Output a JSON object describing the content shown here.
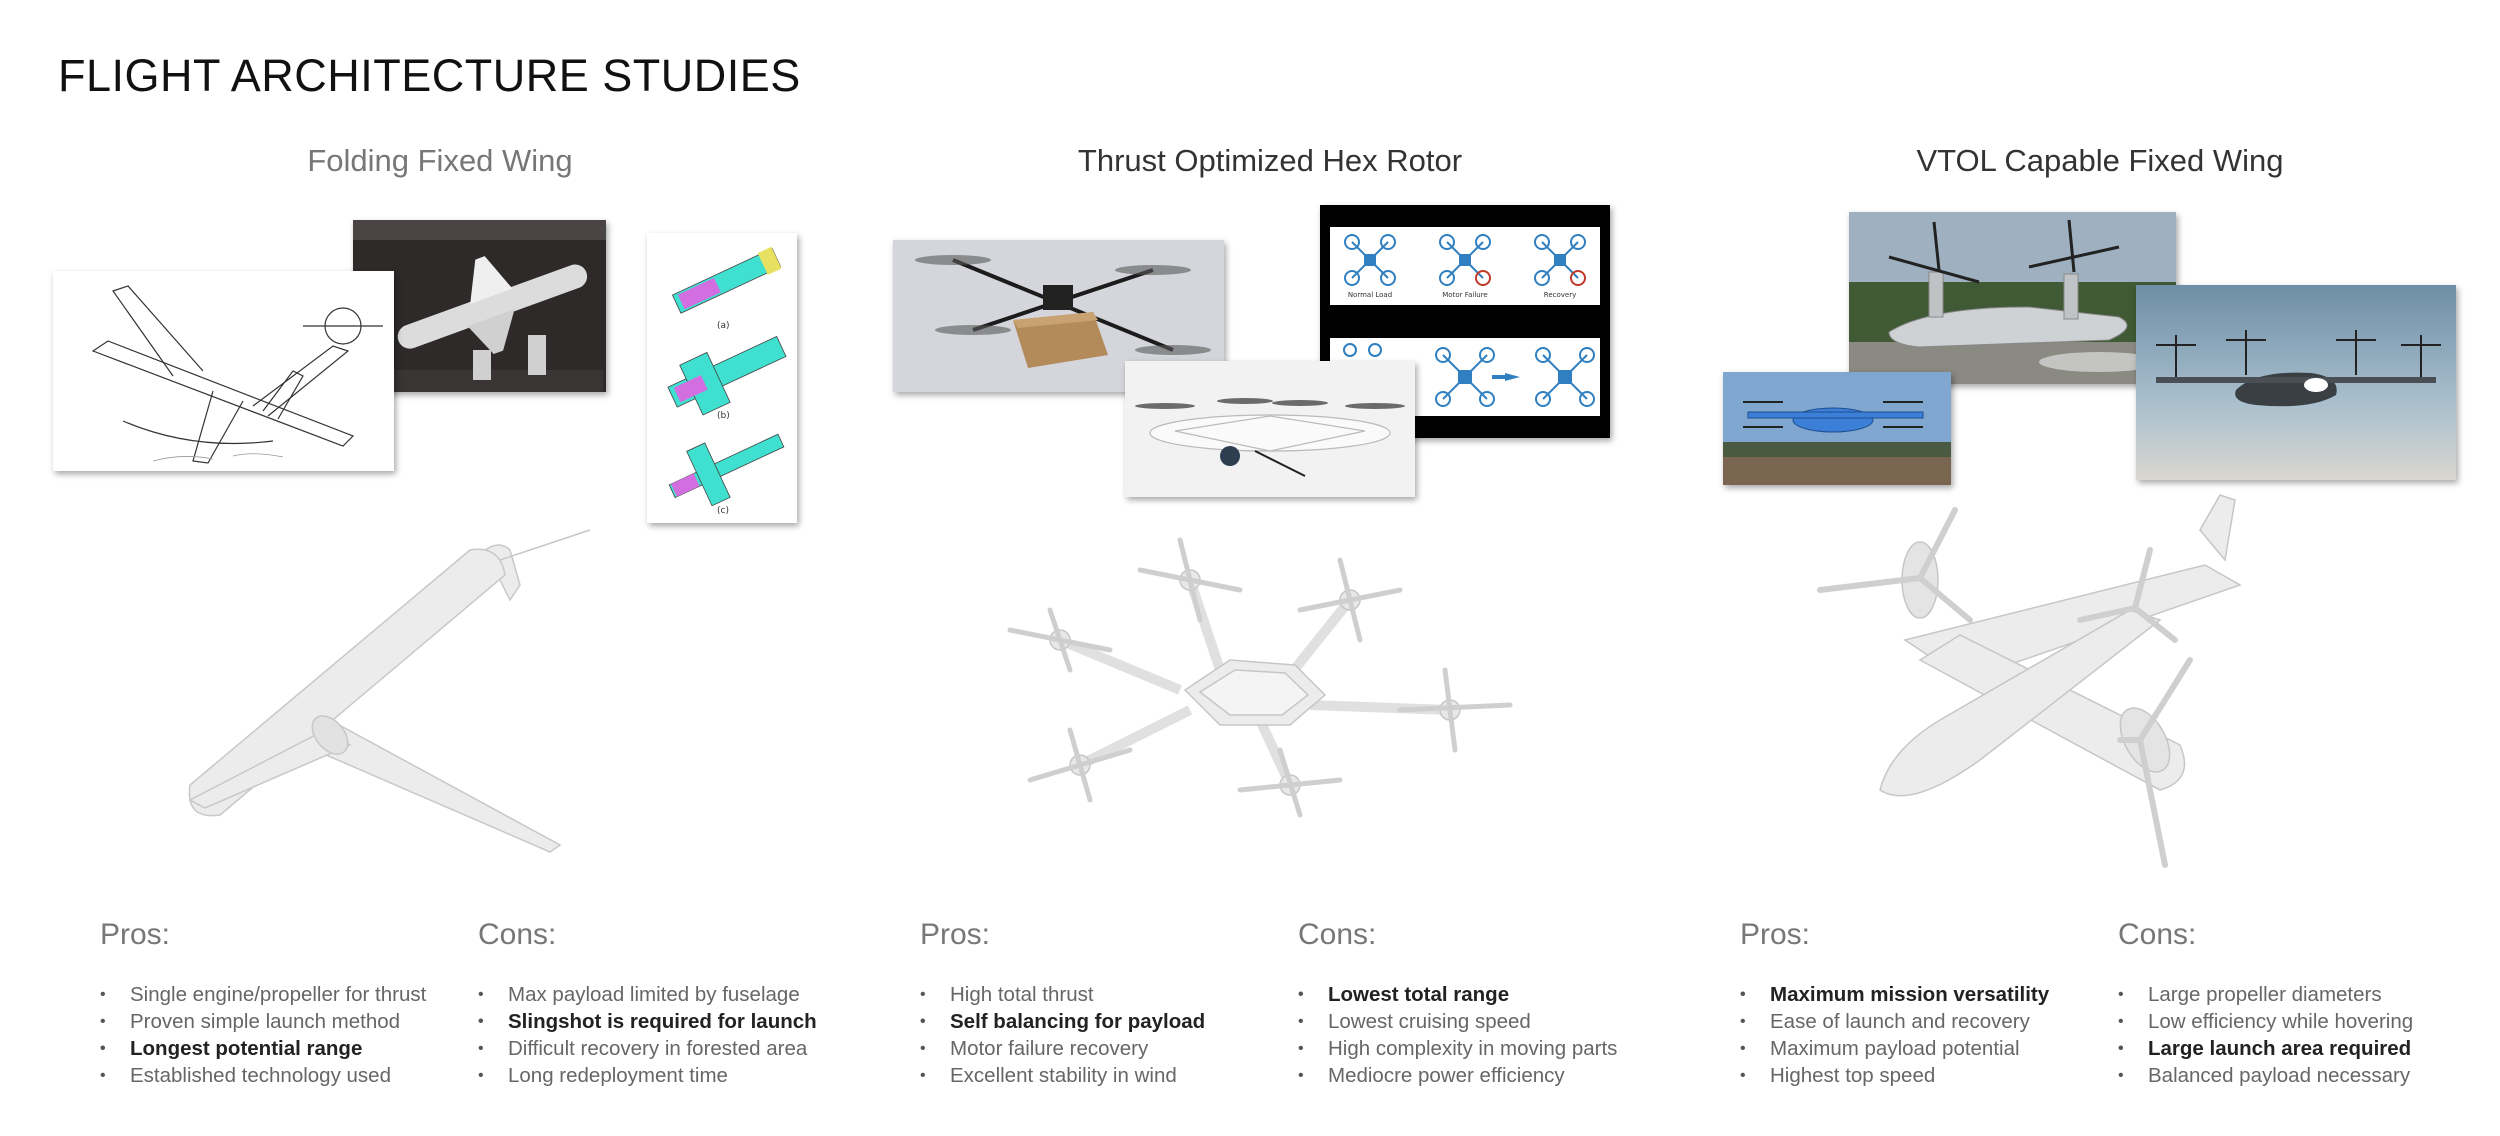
{
  "page_title": "FLIGHT ARCHITECTURE STUDIES",
  "columns": [
    {
      "title": "Folding Fixed Wing",
      "pros_label": "Pros:",
      "cons_label": "Cons:",
      "pros": [
        {
          "text": "Single engine/propeller for thrust",
          "bold": false
        },
        {
          "text": "Proven simple launch method",
          "bold": false
        },
        {
          "text": "Longest potential range",
          "bold": true
        },
        {
          "text": "Established technology used",
          "bold": false
        }
      ],
      "cons": [
        {
          "text": "Max payload limited by fuselage",
          "bold": false
        },
        {
          "text": "Slingshot is required for launch",
          "bold": true
        },
        {
          "text": "Difficult recovery in forested area",
          "bold": false
        },
        {
          "text": "Long redeployment time",
          "bold": false
        }
      ]
    },
    {
      "title": "Thrust Optimized Hex Rotor",
      "pros_label": "Pros:",
      "cons_label": "Cons:",
      "pros": [
        {
          "text": "High total thrust",
          "bold": false
        },
        {
          "text": "Self balancing for payload",
          "bold": true
        },
        {
          "text": "Motor failure recovery",
          "bold": false
        },
        {
          "text": "Excellent stability in wind",
          "bold": false
        }
      ],
      "cons": [
        {
          "text": "Lowest total range",
          "bold": true
        },
        {
          "text": "Lowest cruising speed",
          "bold": false
        },
        {
          "text": "High complexity in moving parts",
          "bold": false
        },
        {
          "text": "Mediocre power efficiency",
          "bold": false
        }
      ]
    },
    {
      "title": "VTOL Capable Fixed Wing",
      "pros_label": "Pros:",
      "cons_label": "Cons:",
      "pros": [
        {
          "text": "Maximum mission versatility",
          "bold": true
        },
        {
          "text": "Ease of launch and recovery",
          "bold": false
        },
        {
          "text": "Maximum payload potential",
          "bold": false
        },
        {
          "text": "Highest top speed",
          "bold": false
        }
      ],
      "cons": [
        {
          "text": "Large propeller diameters",
          "bold": false
        },
        {
          "text": "Low efficiency while hovering",
          "bold": false
        },
        {
          "text": "Large launch area required",
          "bold": true
        },
        {
          "text": "Balanced payload necessary",
          "bold": false
        }
      ]
    }
  ],
  "figure_labels": {
    "fold_a": "(a)",
    "fold_b": "(b)",
    "fold_c": "(c)",
    "diagram_normal": "Normal Load",
    "diagram_failure": "Motor Failure",
    "diagram_recovery": "Recovery"
  },
  "colors": {
    "photo_dark": "#2b2b2b",
    "diagram_blue": "#2f7fc1",
    "fold_cyan": "#3fe0d0",
    "fold_magenta": "#d36ee0",
    "model_grey": "#e6e6e6",
    "text_grey": "#666666"
  }
}
